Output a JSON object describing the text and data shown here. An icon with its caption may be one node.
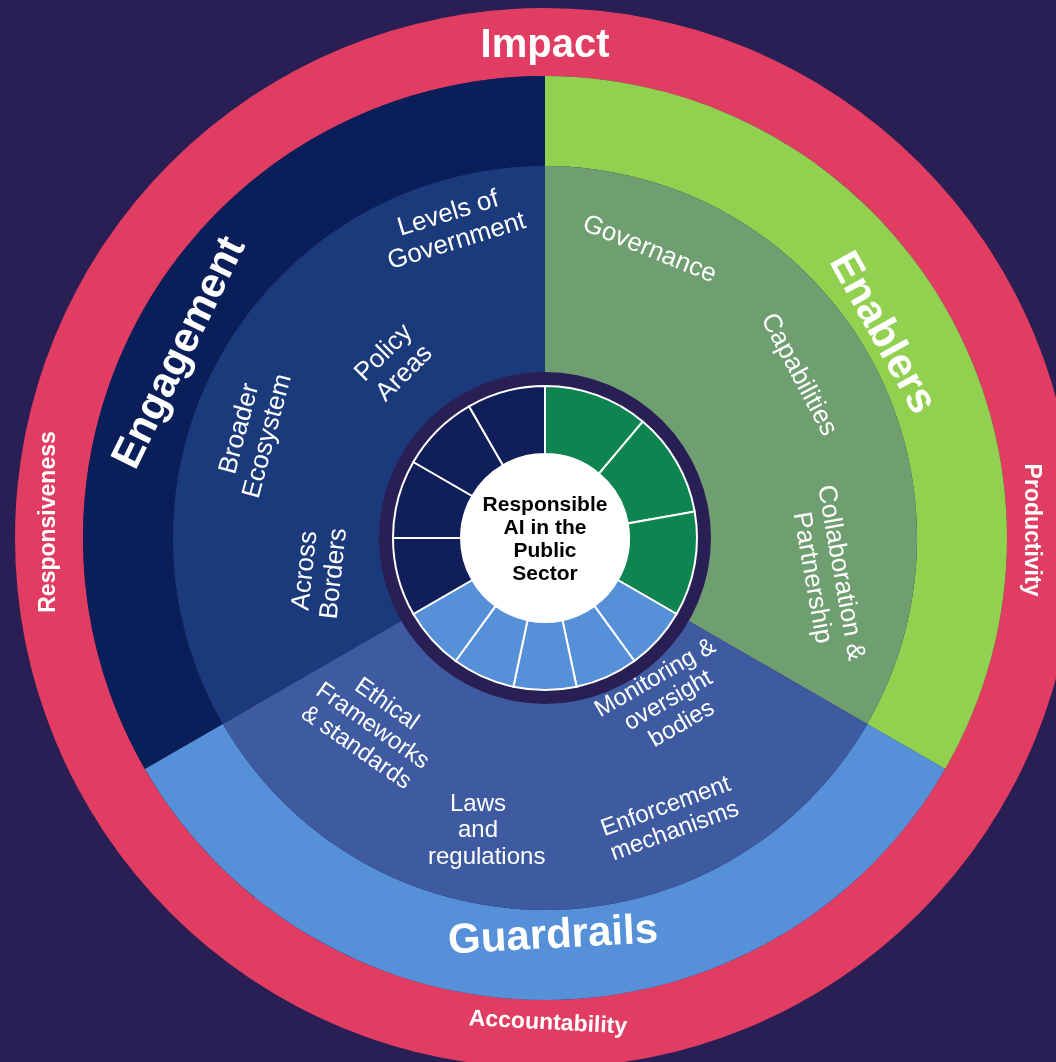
{
  "diagram": {
    "nodes": [
      {
        "text": [
          "Impact",
          "Productivity",
          "Accountability",
          "Responsiveness"
        ]
      },
      {
        "text": [
          "Engagement",
          "Levels of Government",
          "Policy Areas",
          "Broader Ecosystem",
          "Across Borders"
        ],
        "in": 0
      },
      {
        "text": [
          "Enablers",
          "Governance",
          "Capabilities",
          "Collaboration & Partnership"
        ],
        "in": 0
      },
      {
        "text": [
          "Guardrails",
          "Ethical Frameworks & standards",
          "Laws and regulations",
          "Monitoring & oversight bodies",
          "Enforcement mechanisms"
        ],
        "in": 0
      },
      {
        "text": [
          "Responsible AI in the Public Sector"
        ],
        "in": 0
      }
    ],
    "edges": []
  }
}
